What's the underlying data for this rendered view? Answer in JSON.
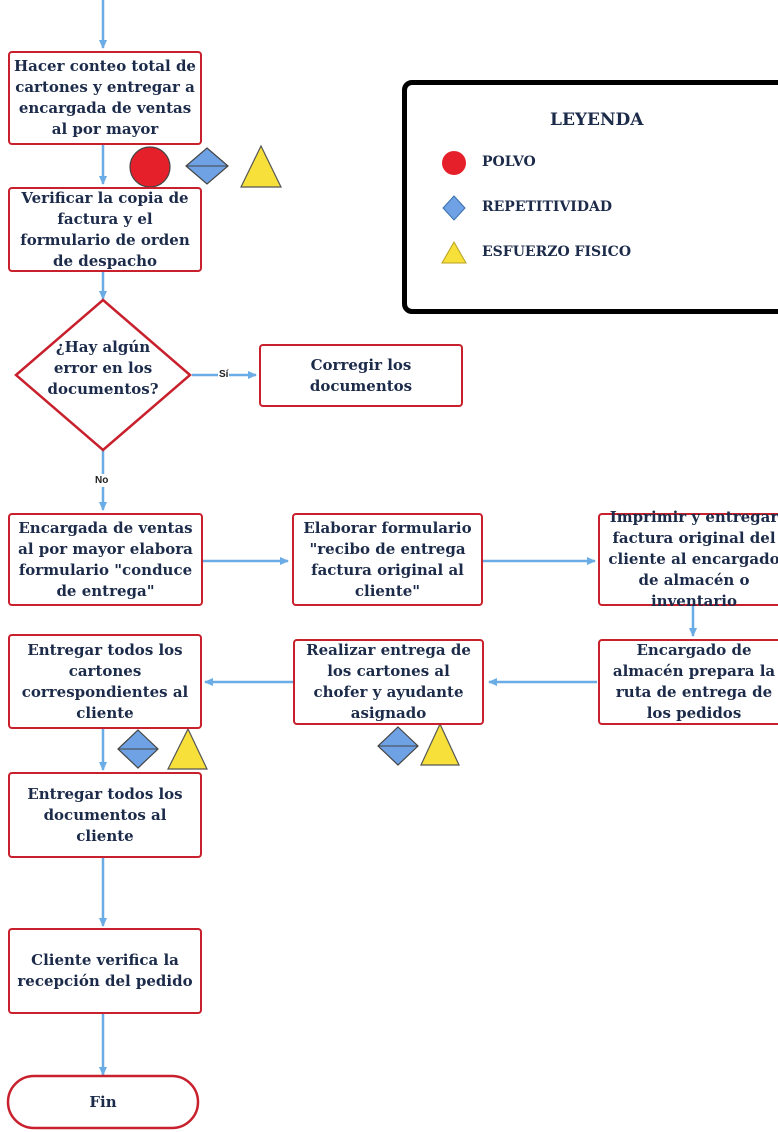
{
  "colors": {
    "box_border": "#c8202c",
    "arrow": "#6aace6",
    "text": "#1c2b4a",
    "polvo": "#e5202a",
    "repetitividad": "#6ea2e4",
    "esfuerzo": "#f7e03a"
  },
  "legend": {
    "title": "LEYENDA",
    "items": [
      {
        "label": "POLVO",
        "icon": "red-circle-icon"
      },
      {
        "label": "REPETITIVIDAD",
        "icon": "blue-diamond-icon"
      },
      {
        "label": "ESFUERZO FISICO",
        "icon": "yellow-triangle-icon"
      }
    ]
  },
  "nodes": {
    "conteo": "Hacer conteo total de cartones y entregar a encargada de ventas al por mayor",
    "verificar": "Verificar la copia de factura y el formulario de orden de despacho",
    "decision": "¿Hay algún error en los documentos?",
    "corregir": "Corregir los documentos",
    "conduce": "Encargada de ventas al por mayor elabora formulario \"conduce de entrega\"",
    "recibo": "Elaborar formulario \"recibo de entrega factura original al cliente\"",
    "imprimir": "Imprimir y entregar factura original del cliente al encargado de almacén o inventario",
    "ruta": "Encargado de almacén prepara la ruta de entrega de los pedidos",
    "realizar": "Realizar entrega de los cartones al chofer y ayudante asignado",
    "entregar_cartones": "Entregar todos los cartones correspondientes al cliente",
    "entregar_docs": "Entregar todos los documentos al cliente",
    "cliente_verifica": "Cliente verifica la recepción del pedido",
    "fin": "Fin"
  },
  "edge_labels": {
    "yes": "Sí",
    "no": "No"
  }
}
